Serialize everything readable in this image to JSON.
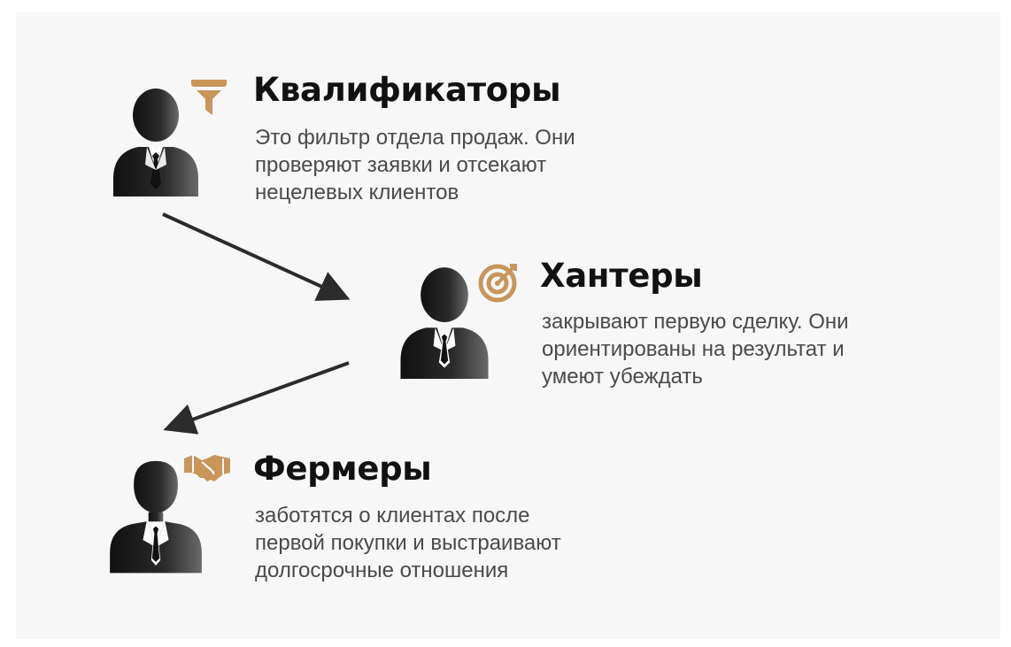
{
  "colors": {
    "background": "#f7f7f7",
    "person": "#1e1e1e",
    "accent": "#c8955a",
    "title": "#111111",
    "text": "#4a4a4a",
    "arrow": "#2b2b2b"
  },
  "roles": [
    {
      "title": "Квалификаторы",
      "icon": "funnel-icon",
      "description": [
        "Это фильтр отдела продаж. Они",
        "проверяют заявки и отсекают",
        "нецелевых клиентов"
      ]
    },
    {
      "title": "Хантеры",
      "icon": "target-icon",
      "description": [
        "закрывают первую сделку. Они",
        "ориентированы на результат и",
        "умеют убеждать"
      ]
    },
    {
      "title": "Фермеры",
      "icon": "handshake-icon",
      "description": [
        "заботятся о клиентах после",
        "первой покупки и выстраивают",
        "долгосрочные отношения"
      ]
    }
  ],
  "connections": [
    {
      "from": "Квалификаторы",
      "to": "Хантеры"
    },
    {
      "from": "Хантеры",
      "to": "Фермеры"
    }
  ]
}
